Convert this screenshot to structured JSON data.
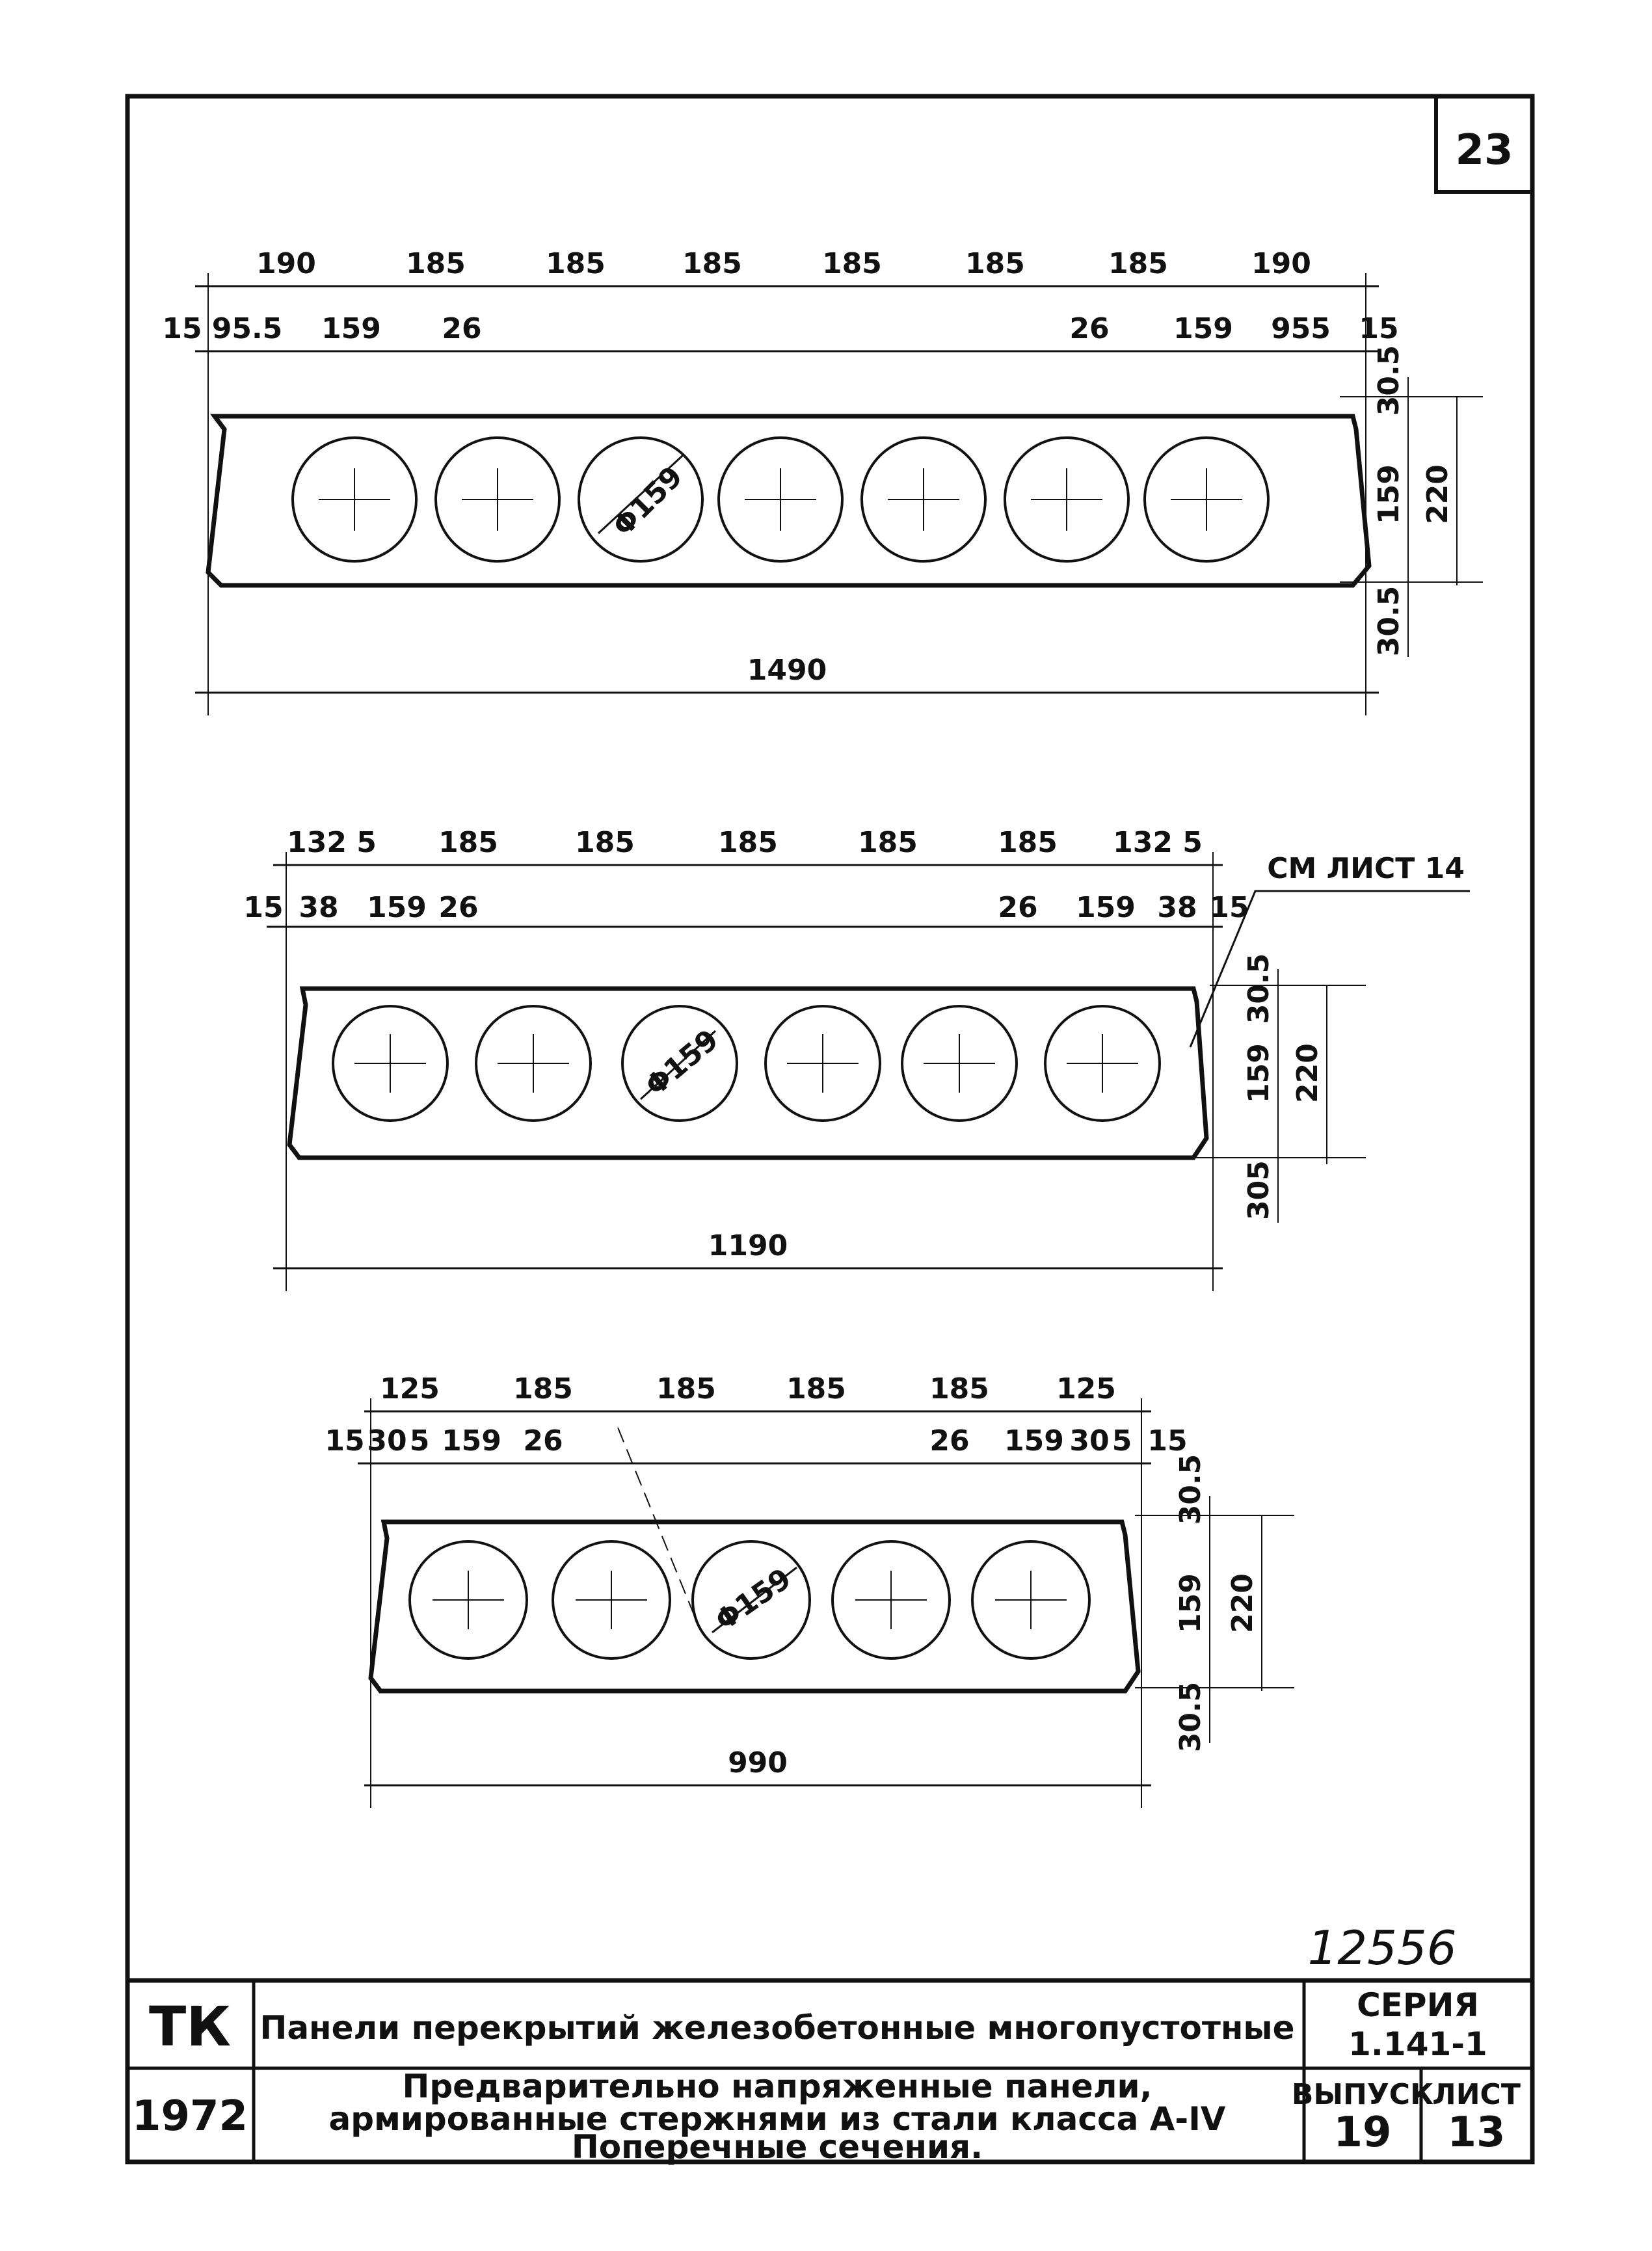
{
  "sheet_number": "23",
  "archive_number": "12556",
  "sections": [
    {
      "id": "s1490",
      "top_dims": [
        "190",
        "185",
        "185",
        "185",
        "185",
        "185",
        "185",
        "190"
      ],
      "second_dims": [
        "15",
        "95.5",
        "159",
        "26",
        "26",
        "159",
        "955",
        "15"
      ],
      "hole_label": "Φ159",
      "right_dims": [
        "30.5",
        "159",
        "220",
        "30.5"
      ],
      "overall": "1490"
    },
    {
      "id": "s1190",
      "top_dims": [
        "132 5",
        "185",
        "185",
        "185",
        "185",
        "185",
        "132 5"
      ],
      "second_dims": [
        "15",
        "38",
        "159",
        "26",
        "26",
        "159",
        "38",
        "15"
      ],
      "hole_label": "Φ159",
      "right_dims": [
        "30.5",
        "159",
        "220",
        "305"
      ],
      "overall": "1190",
      "note": "СМ ЛИСТ 14"
    },
    {
      "id": "s990",
      "top_dims": [
        "125",
        "185",
        "185",
        "185",
        "185",
        "125"
      ],
      "second_dims": [
        "15",
        "30",
        "5",
        "159",
        "26",
        "26",
        "159",
        "30",
        "5",
        "15"
      ],
      "hole_label": "Φ159",
      "right_dims": [
        "30.5",
        "159",
        "220",
        "30.5"
      ],
      "overall": "990"
    }
  ],
  "title_block": {
    "org": "ТК",
    "year": "1972",
    "title": "Панели перекрытий железобетонные многопустотные",
    "subtitle_line1": "Предварительно напряженные панели,",
    "subtitle_line2": "армированные стержнями из стали класса А-IV",
    "subtitle_line3": "Поперечные сечения.",
    "series_label": "СЕРИЯ",
    "series_value": "1.141-1",
    "issue_label": "ВЫПУСК",
    "issue_value": "19",
    "sheet_label": "ЛИСТ",
    "sheet_value": "13"
  }
}
